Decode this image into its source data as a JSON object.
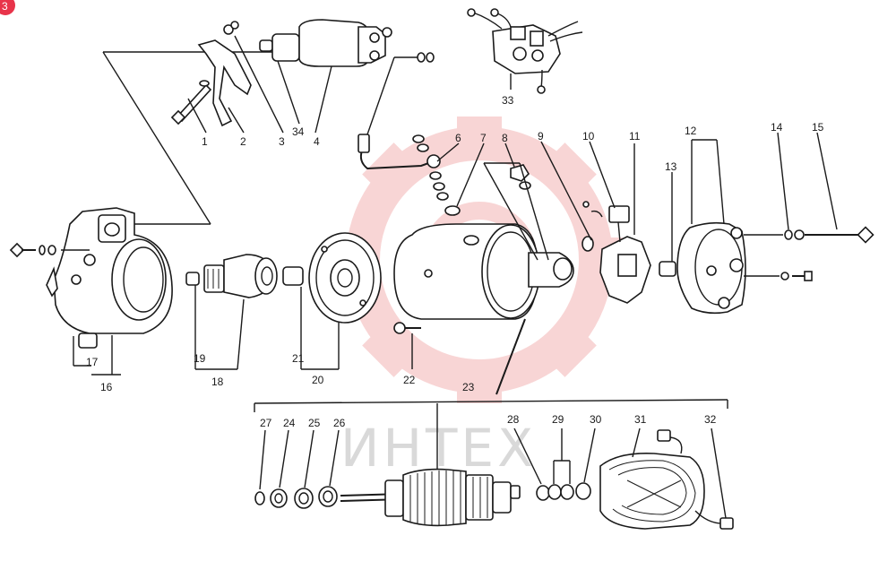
{
  "diagram": {
    "watermark": {
      "text": "ИНТЕХ",
      "color": "#f3b4b4"
    },
    "corner_badge": {
      "text": "3",
      "color": "#e8344a"
    },
    "callouts": [
      "1",
      "2",
      "3",
      "34",
      "4",
      "33",
      "6",
      "7",
      "8",
      "9",
      "10",
      "11",
      "12",
      "13",
      "14",
      "15",
      "16",
      "17",
      "18",
      "19",
      "20",
      "21",
      "22",
      "23",
      "24",
      "25",
      "26",
      "27",
      "28",
      "29",
      "30",
      "31",
      "32"
    ]
  }
}
